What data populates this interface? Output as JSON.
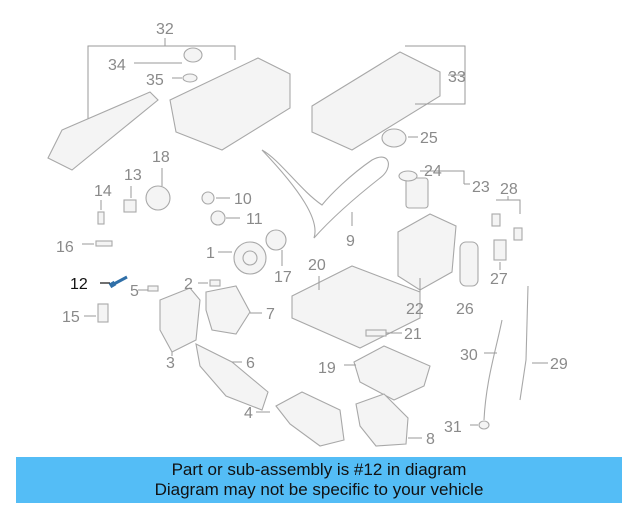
{
  "callouts": [
    "1",
    "2",
    "3",
    "4",
    "5",
    "6",
    "7",
    "8",
    "9",
    "10",
    "11",
    "12",
    "13",
    "14",
    "15",
    "16",
    "17",
    "18",
    "19",
    "20",
    "21",
    "22",
    "23",
    "24",
    "25",
    "26",
    "27",
    "28",
    "29",
    "30",
    "31",
    "32",
    "33",
    "34",
    "35"
  ],
  "highlighted_callout": "12",
  "highlight_color": "#2f6fa8",
  "caption": {
    "line1": "Part or sub-assembly is #12 in diagram",
    "line2": "Diagram may not be specific to your vehicle",
    "background": "#54bdf6"
  }
}
